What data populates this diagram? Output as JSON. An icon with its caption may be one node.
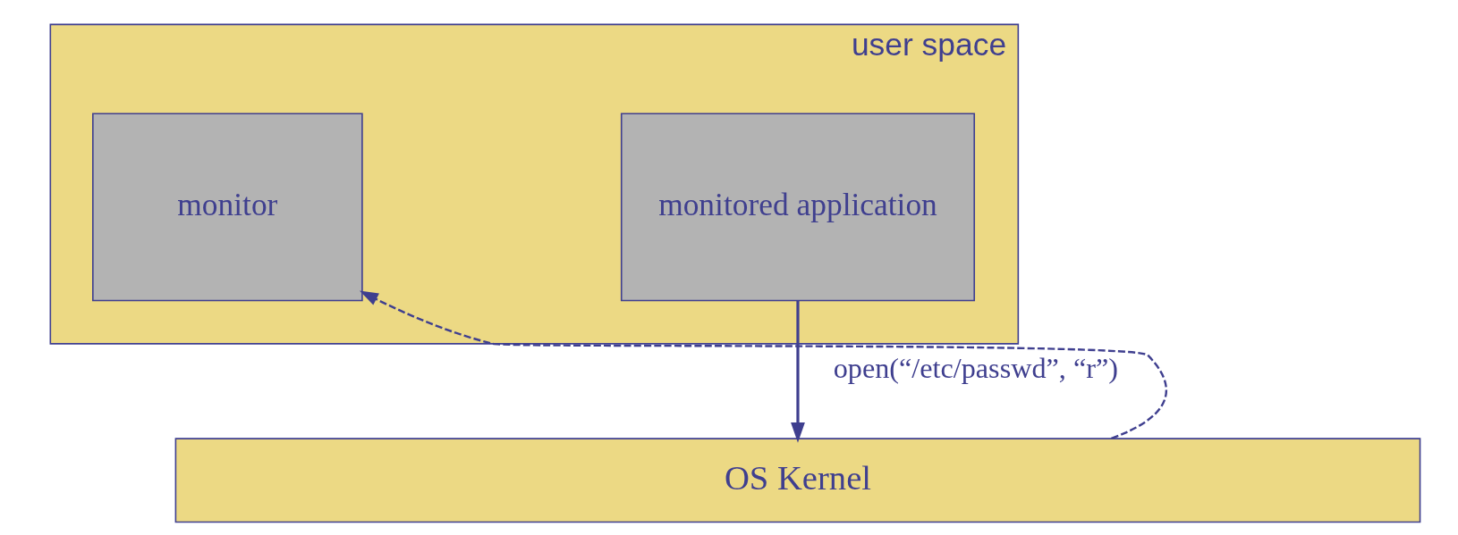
{
  "diagram": {
    "nodes": [
      {
        "text": [
          "user space"
        ]
      },
      {
        "text": [
          "monitored application"
        ],
        "in": 0
      },
      {
        "text": [
          "monitor"
        ],
        "in": 0
      },
      {
        "text": [
          "OS Kernel"
        ]
      }
    ],
    "edges": [
      {
        "from": 1,
        "to": 3,
        "arrow": "to",
        "label": "open(“/etc/passwd”, “r”)"
      },
      {
        "from": 3,
        "to": 2,
        "arrow": "to",
        "style": "dashed"
      }
    ]
  }
}
